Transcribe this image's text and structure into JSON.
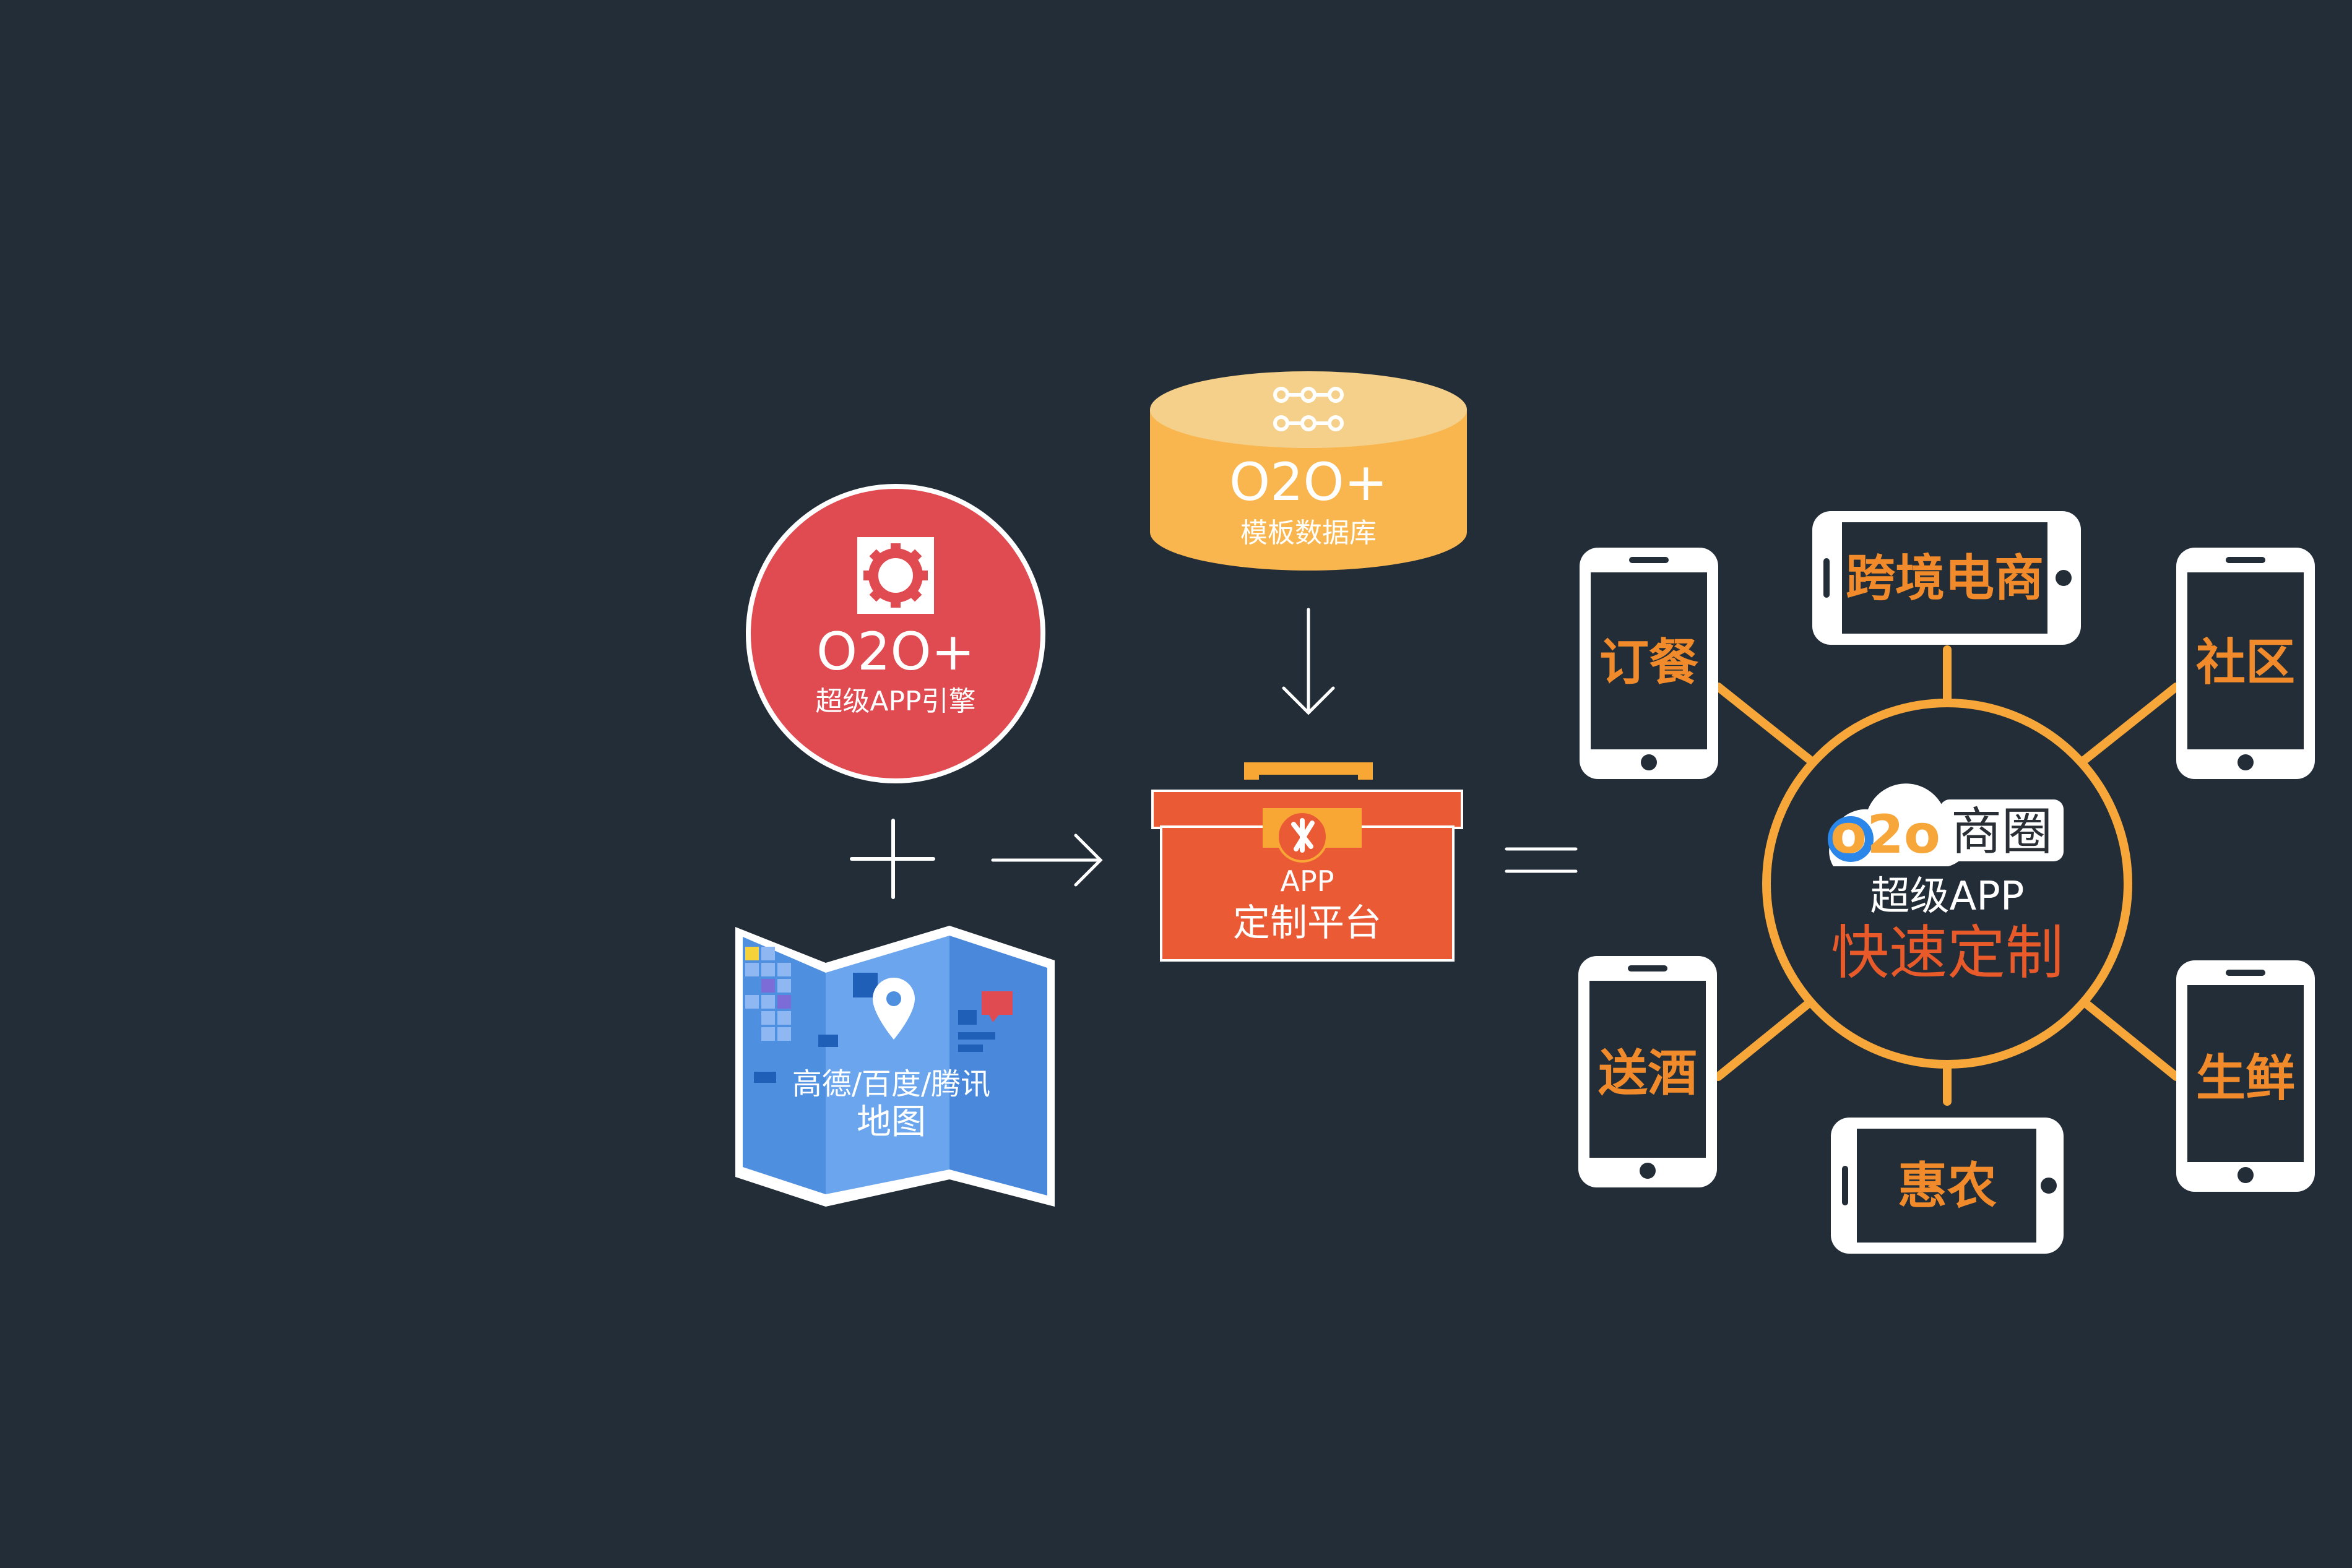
{
  "colors": {
    "background": "#232d37",
    "engine_red": "#e04b52",
    "database_yellow": "#f9b64e",
    "database_top": "#f5d08a",
    "toolbox_orange": "#ea5a35",
    "toolbox_handle": "#f8a735",
    "map_blue": "#5a9be8",
    "hub_gold": "#f7a73a",
    "phone_label_orange": "#f08a2a",
    "hub_red_text": "#e85a2a",
    "white": "#ffffff"
  },
  "engine": {
    "title": "O2O+",
    "subtitle": "超级APP引擎",
    "icon": "gear-icon"
  },
  "database": {
    "title": "O2O+",
    "subtitle": "模板数据库",
    "icon": "network-nodes-icon"
  },
  "map": {
    "line1": "高德/百度/腾讯",
    "line2": "地图",
    "icon": "map-pin-icon"
  },
  "toolbox": {
    "line1": "APP",
    "line2": "定制平台",
    "icon": "swiss-knife-icon"
  },
  "operators": {
    "plus": "+",
    "arrow_right": "→",
    "arrow_down": "↓",
    "equals": "="
  },
  "hub": {
    "logo_brand": "o2o",
    "logo_text": "商圈",
    "line1": "超级APP",
    "line2": "快速定制"
  },
  "phones": [
    {
      "label": "订餐",
      "orientation": "portrait"
    },
    {
      "label": "跨境电商",
      "orientation": "landscape"
    },
    {
      "label": "社区",
      "orientation": "portrait"
    },
    {
      "label": "送酒",
      "orientation": "portrait"
    },
    {
      "label": "惠农",
      "orientation": "landscape"
    },
    {
      "label": "生鲜",
      "orientation": "portrait"
    }
  ]
}
